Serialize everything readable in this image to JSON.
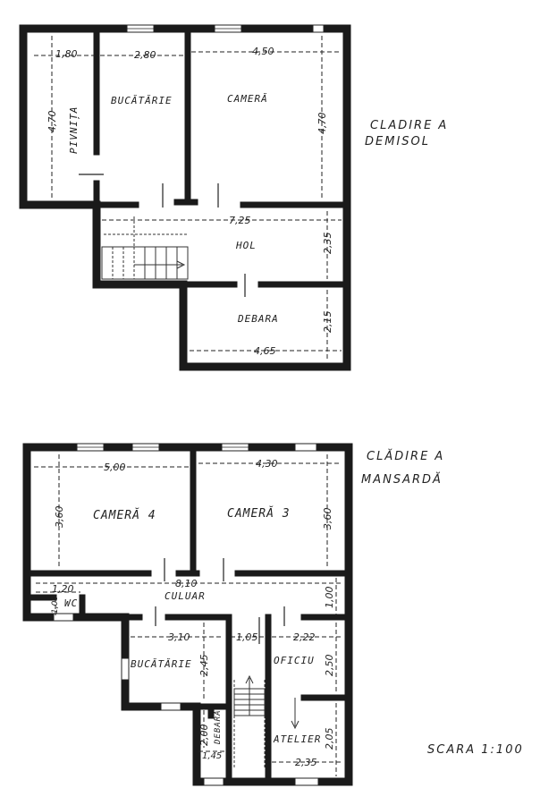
{
  "demisol": {
    "title_line1": "CLADIRE A",
    "title_line2": "DEMISOL",
    "rooms": {
      "pivnita": "PIVNIȚA",
      "bucatarie": "BUCĂTĂRIE",
      "camera": "CAMERĂ",
      "hol": "HOL",
      "debara": "DEBARA"
    },
    "dims": {
      "pivnita_w": "1,80",
      "bucatarie_w": "2,80",
      "camera_w": "4,50",
      "pivnita_h": "4,70",
      "camera_h": "4,70",
      "hol_w": "7,25",
      "hol_h": "2,35",
      "debara_h": "2,15",
      "debara_w": "4,65"
    }
  },
  "mansarda": {
    "title_line1": "CLĂDIRE A",
    "title_line2": "MANSARDĂ",
    "rooms": {
      "camera4": "CAMERĂ 4",
      "camera3": "CAMERĂ 3",
      "culuar": "CULUAR",
      "wc": "WC",
      "bucatarie": "BUCĂTĂRIE",
      "oficiu": "OFICIU",
      "atelier": "ATELIER",
      "debara": "DEBARA"
    },
    "dims": {
      "cam4_w": "5,00",
      "cam3_w": "4,30",
      "cam4_h": "3,60",
      "cam3_h": "3,60",
      "culuar_w": "8,10",
      "wc_w": "1,20",
      "wc_h": "1,00",
      "culuar_h": "1,00",
      "buc_w": "3,10",
      "hall_w": "1,05",
      "oficiu_w": "2,22",
      "buc_h": "2,45",
      "oficiu_h": "2,50",
      "debara_h": "2,00",
      "debara_w": "1,45",
      "atelier_h": "2,05",
      "atelier_w": "2,35"
    }
  },
  "scale": "SCARA 1:100"
}
